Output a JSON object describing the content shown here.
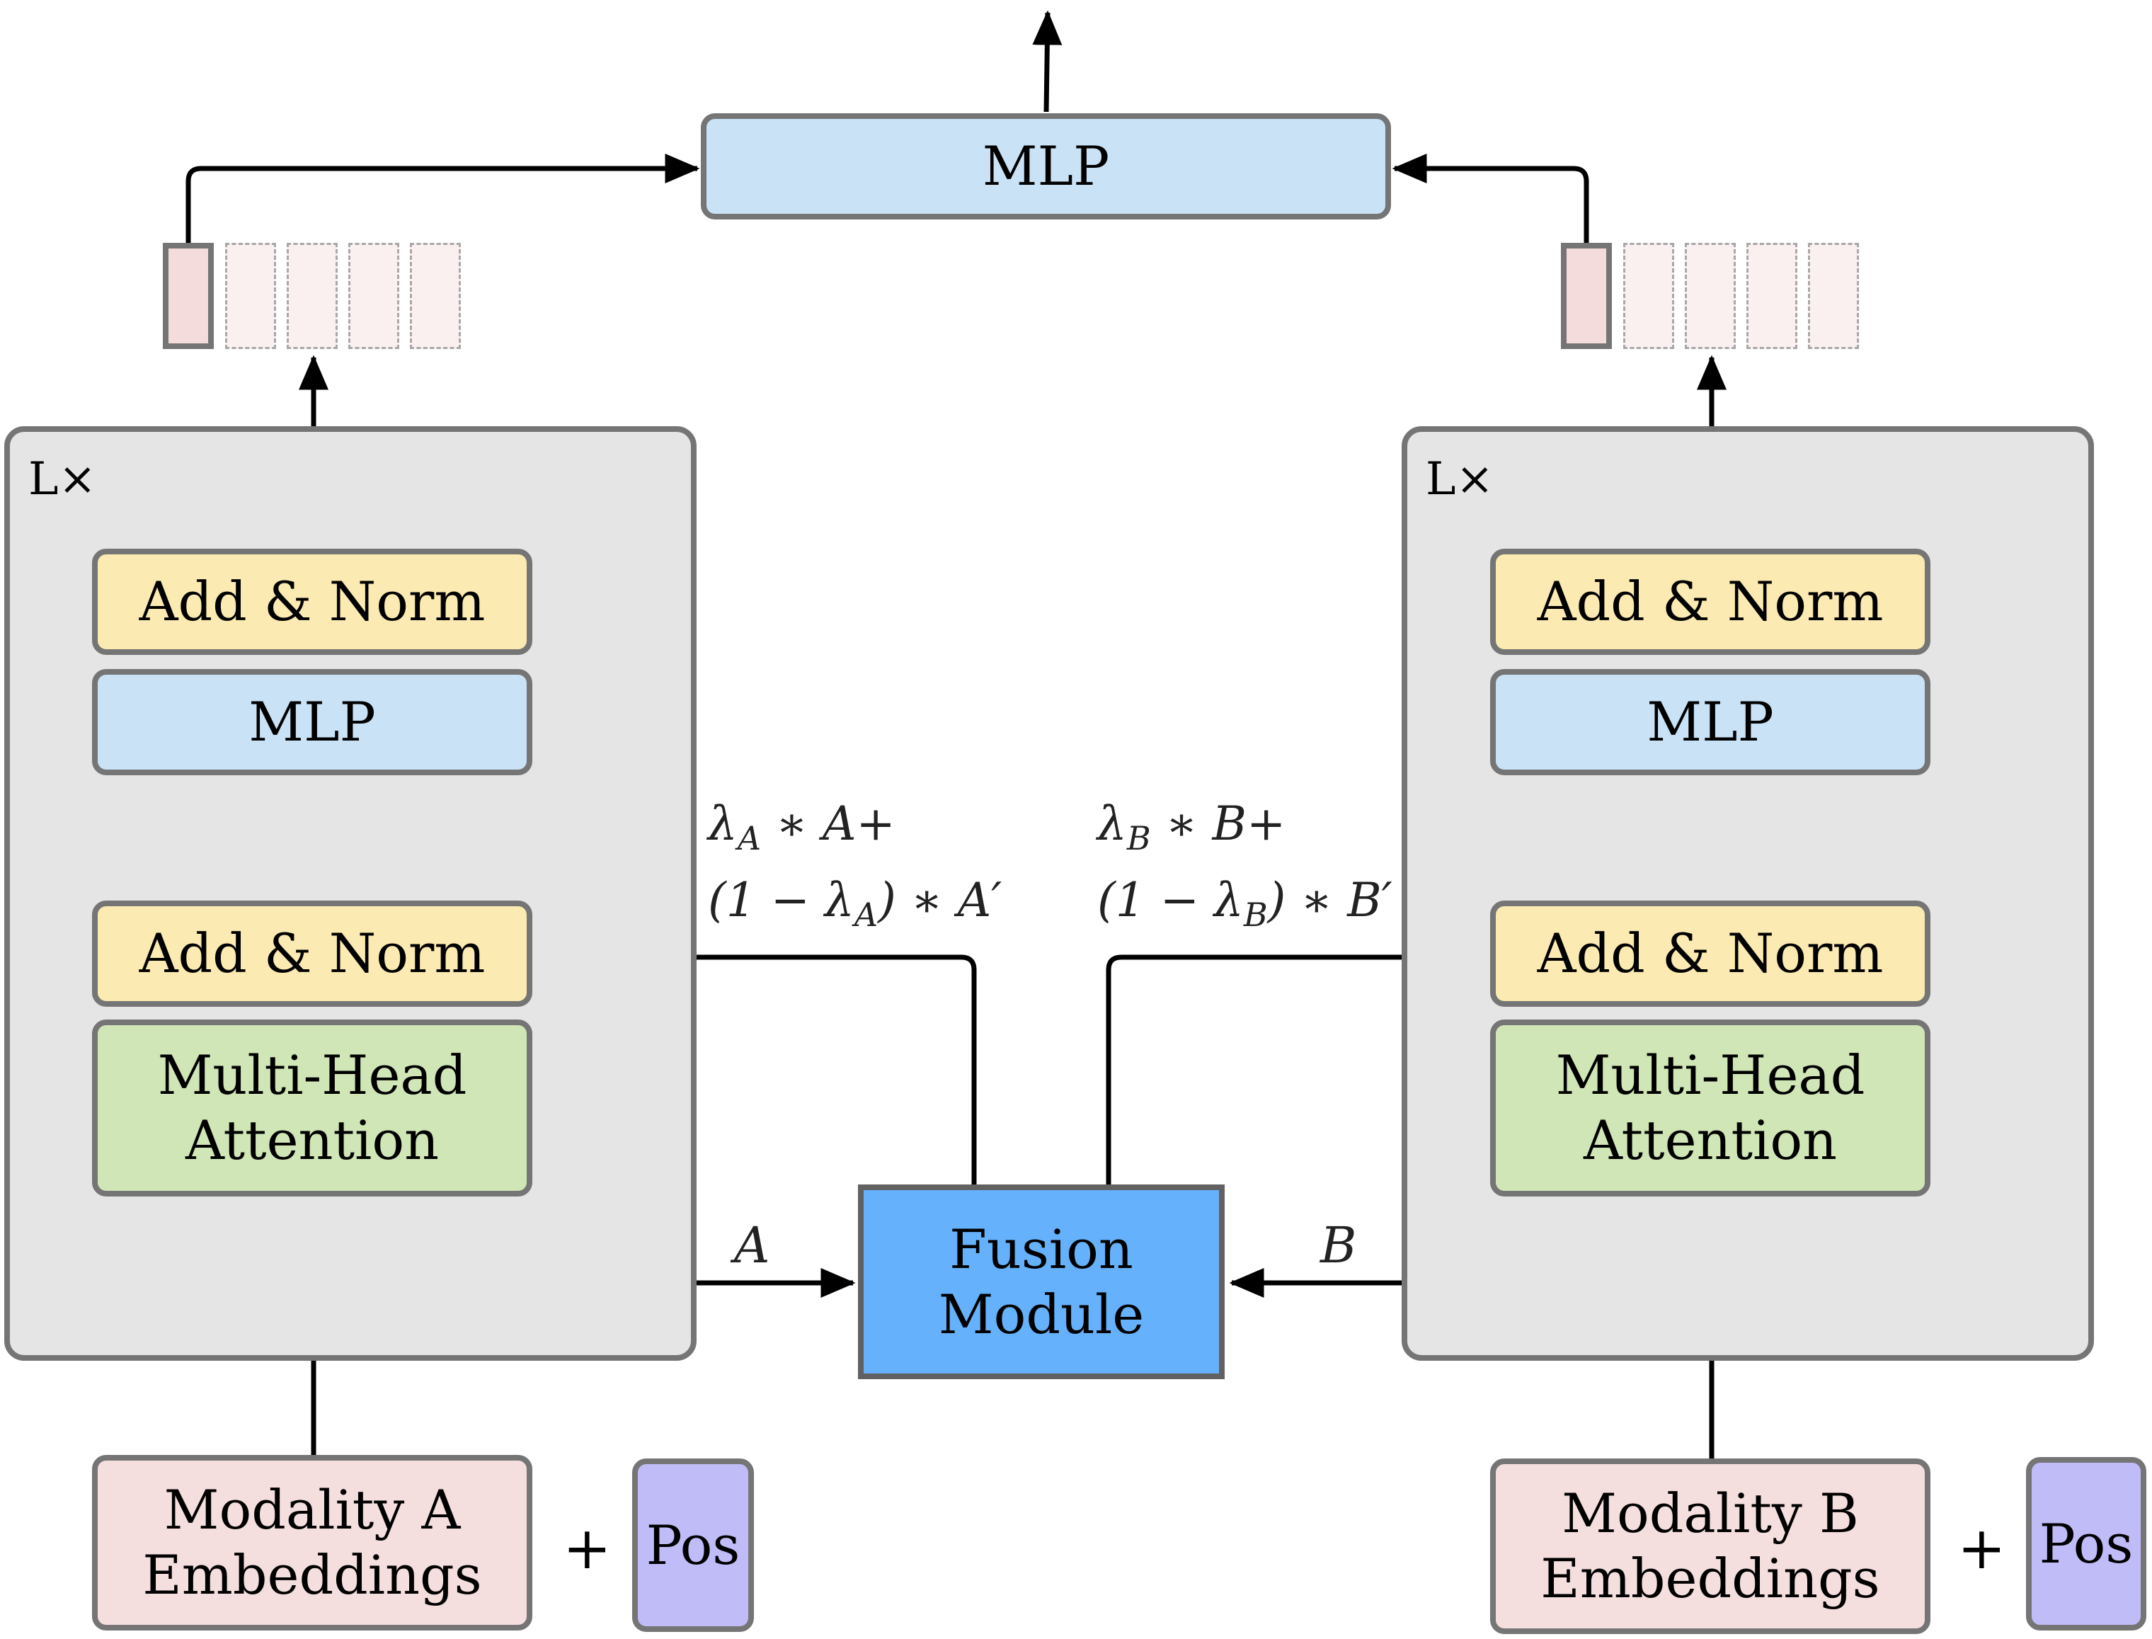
{
  "top_mlp": "MLP",
  "left": {
    "repeat": "L×",
    "add_norm_top": "Add & Norm",
    "mlp": "MLP",
    "add_norm_bottom": "Add & Norm",
    "attention_line1": "Multi-Head",
    "attention_line2": "Attention",
    "embed_line1": "Modality A",
    "embed_line2": "Embeddings",
    "plus": "+",
    "pos": "Pos",
    "input_label": "A",
    "fusion_out_line1": "λ_A ∗ A+",
    "fusion_out_line2": "(1 − λ_A) ∗ A′"
  },
  "right": {
    "repeat": "L×",
    "add_norm_top": "Add & Norm",
    "mlp": "MLP",
    "add_norm_bottom": "Add & Norm",
    "attention_line1": "Multi-Head",
    "attention_line2": "Attention",
    "embed_line1": "Modality B",
    "embed_line2": "Embeddings",
    "plus": "+",
    "pos": "Pos",
    "input_label": "B",
    "fusion_out_line1": "λ_B ∗ B+",
    "fusion_out_line2": "(1 − λ_B) ∗ B′"
  },
  "fusion": {
    "line1": "Fusion",
    "line2": "Module"
  },
  "colors": {
    "add_norm": "#fbeab1",
    "mlp": "#c9e2f6",
    "attention": "#d0e6b6",
    "embeddings": "#f5dede",
    "pos": "#bfbcf7",
    "fusion": "#66b1fb",
    "encoder_bg": "#e5e5e5",
    "border": "#757575"
  }
}
